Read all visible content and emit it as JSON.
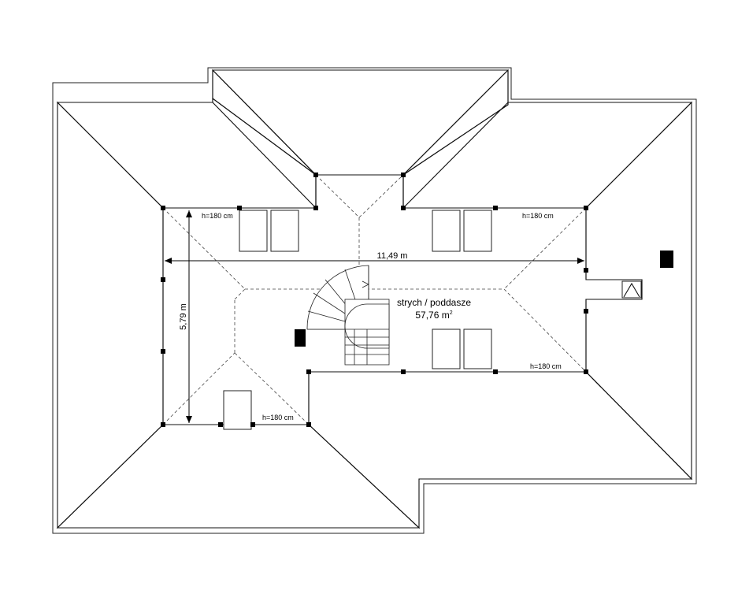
{
  "room": {
    "name": "strych / poddasze",
    "area": "57,76 m",
    "area_unit_sup": "2"
  },
  "dimensions": {
    "width": "11,49 m",
    "depth": "5,79 m"
  },
  "heights": {
    "top_left": "h=180 cm",
    "top_right": "h=180 cm",
    "bottom_left": "h=180 cm",
    "bottom_right": "h=180 cm"
  }
}
